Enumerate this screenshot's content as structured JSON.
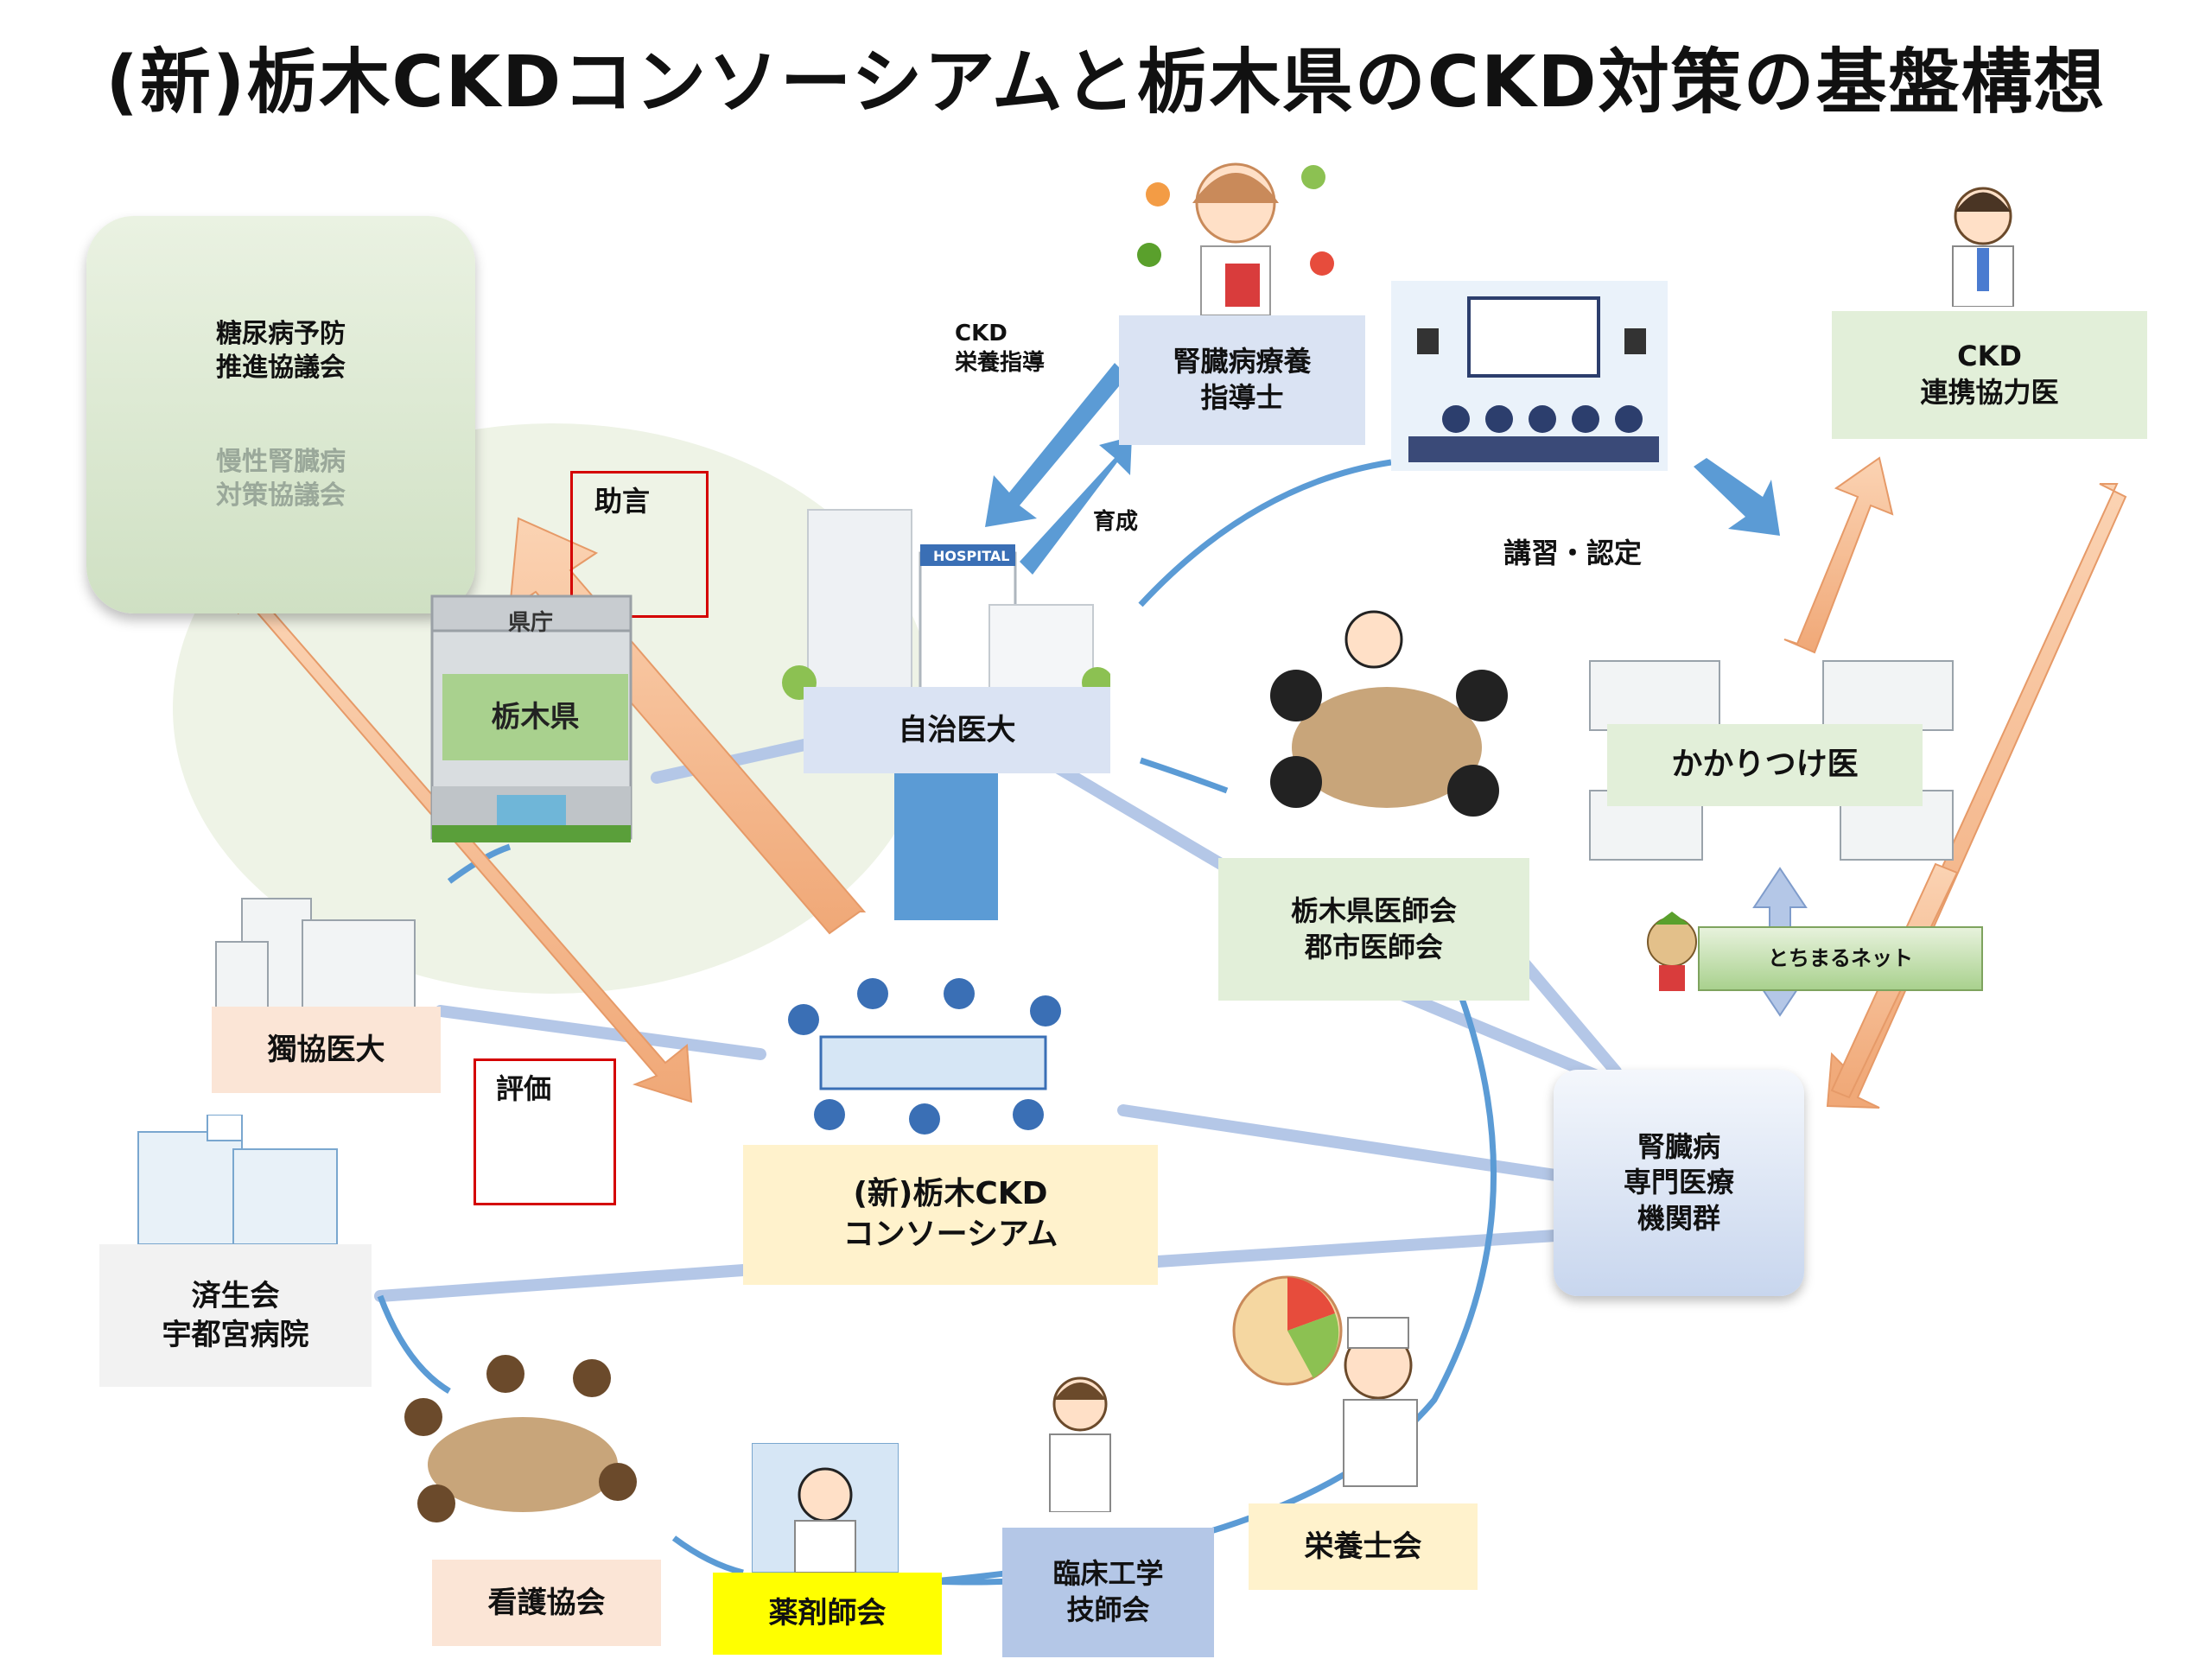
{
  "title": "(新)栃木CKDコンソーシアムと栃木県のCKD対策の基盤構想",
  "nodes": {
    "council": {
      "line1": "糖尿病予防",
      "line2": "推進協議会",
      "line3": "慢性腎臓病",
      "line4": "対策協議会"
    },
    "renal_dietitian": {
      "line1": "腎臓病療養",
      "line2": "指導士"
    },
    "ckd_doctor": {
      "line1": "CKD",
      "line2": "連携協力医"
    },
    "tochigi_pref": {
      "label": "栃木県",
      "sign": "県庁"
    },
    "jichi": {
      "label": "自治医大",
      "sign": "HOSPITAL"
    },
    "kakaritsuke": {
      "label": "かかりつけ医"
    },
    "medical_assoc": {
      "line1": "栃木県医師会",
      "line2": "郡市医師会"
    },
    "tochimaru": {
      "label": "とちまるネット"
    },
    "dokkyo": {
      "label": "獨協医大"
    },
    "consortium": {
      "line1": "(新)栃木CKD",
      "line2": "コンソーシアム"
    },
    "specialist": {
      "line1": "腎臓病",
      "line2": "専門医療",
      "line3": "機関群"
    },
    "saiseikai": {
      "line1": "済生会",
      "line2": "宇都宮病院"
    },
    "nursing": {
      "label": "看護協会"
    },
    "pharmacist": {
      "label": "薬剤師会"
    },
    "clinical_eng": {
      "line1": "臨床工学",
      "line2": "技師会"
    },
    "dietitian_assoc": {
      "label": "栄養士会"
    }
  },
  "labels": {
    "advice": "助言",
    "evaluation": "評価",
    "nutrition_line1": "CKD",
    "nutrition_line2": "栄養指導",
    "training": "育成",
    "course": "講習・認定"
  },
  "colors": {
    "green_box": "#e2efd9",
    "blue_box": "#dae3f3",
    "peach_box": "#fbe5d6",
    "yellow_box": "#fff2cc",
    "bright_yellow": "#ffff00",
    "grey_box": "#f2f2f2",
    "orange_arrow": "#f4b183",
    "blue_arrow": "#5b9bd5",
    "line_grey": "#b4c7e7",
    "red_frame": "#d40000"
  }
}
